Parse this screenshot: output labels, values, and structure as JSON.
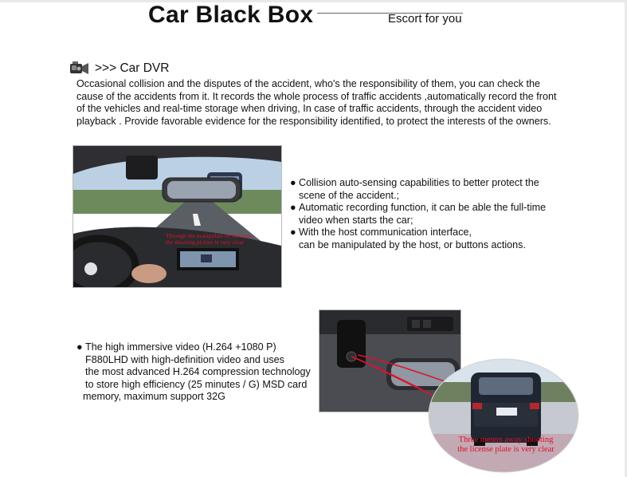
{
  "header": {
    "title": "Car Black Box",
    "tagline": "Escort for you"
  },
  "section": {
    "icon": "camcorder-icon",
    "heading": ">>> Car DVR"
  },
  "intro": "Occasional collision and the disputes of the accident, who's the responsibility of them, you can check the cause of the accidents from it. It records the whole process of traffic accidents ,automatically record the front of the vehicles and real-time storage when driving, In case of traffic accidents, through the accident video playback . Provide favorable evidence for the responsibility identified, to protect the interests of the owners.",
  "photo1": {
    "caption_line1": "Through the manipulate by the host,",
    "caption_line2": "the shooting picture is very clear"
  },
  "features": [
    {
      "line1": "Collision auto-sensing capabilities to better protect the",
      "line2": "scene of the accident.;"
    },
    {
      "line1": "Automatic recording function, it can be able the full-time",
      "line2": "video when starts the car;"
    },
    {
      "line1": "With the host communication interface,",
      "line2": "can be manipulated by the host, or buttons actions."
    }
  ],
  "video": {
    "line1": "The high immersive video (H.264 +1080 P)",
    "line2": "F880LHD with high-definition video and uses",
    "line3": "the most advanced H.264 compression technology",
    "line4": "to store high efficiency (25 minutes / G) MSD card",
    "line5": "memory, maximum support 32G"
  },
  "oval": {
    "caption_line1": "Three meters away shooting",
    "caption_line2": "the license plate is very clear"
  },
  "colors": {
    "accent_red": "#e0102a",
    "text": "#111111"
  }
}
